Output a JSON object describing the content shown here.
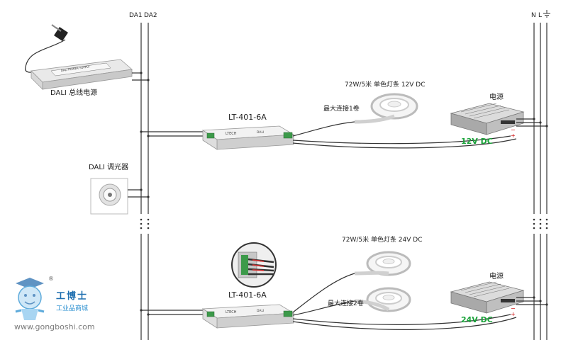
{
  "bus": {
    "da1": "DA1",
    "da2": "DA2",
    "n": "N",
    "l": "L",
    "ground_icon": "ground-icon"
  },
  "devices": {
    "psu_label": "DALI 总线电源",
    "psu_print": "DALI POWER SUPPLY",
    "dimmer_label": "DALI 调光器",
    "decoder1_label": "LT-401-6A",
    "decoder2_label": "LT-401-6A",
    "decoder_brand": "LTECH",
    "decoder_tag": "DALI",
    "strip1_label": "72W/5米  单色灯条  12V DC",
    "strip2_label": "72W/5米  单色灯条  24V DC",
    "conn1_label": "最大连接1卷",
    "conn2_label": "最大连接2卷",
    "psu1_label": "电源",
    "psu2_label": "电源",
    "dc1_label": "12V DC",
    "dc2_label": "24V DC"
  },
  "watermark": {
    "brand": "工博士",
    "sub": "工业品商城",
    "url": "www.gongboshi.com",
    "reg": "®"
  },
  "colors": {
    "wire": "#333333",
    "accent_green": "#1aa33a",
    "watermark_blue": "#2a8fd0"
  }
}
